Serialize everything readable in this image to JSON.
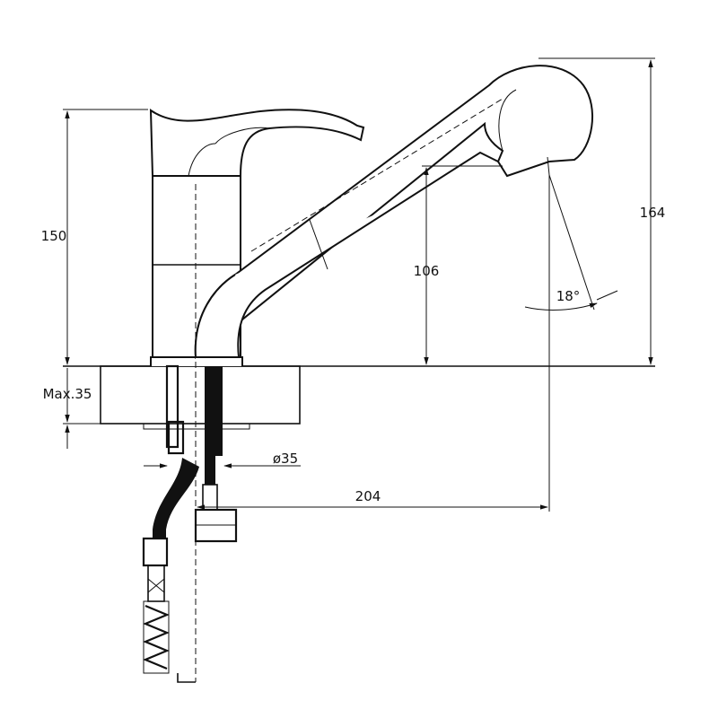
{
  "dimensions": {
    "height_handle": "150",
    "height_total": "164",
    "height_spout": "106",
    "angle": "18°",
    "max_thickness": "Max.35",
    "hole_diameter": "ø35",
    "reach": "204"
  }
}
